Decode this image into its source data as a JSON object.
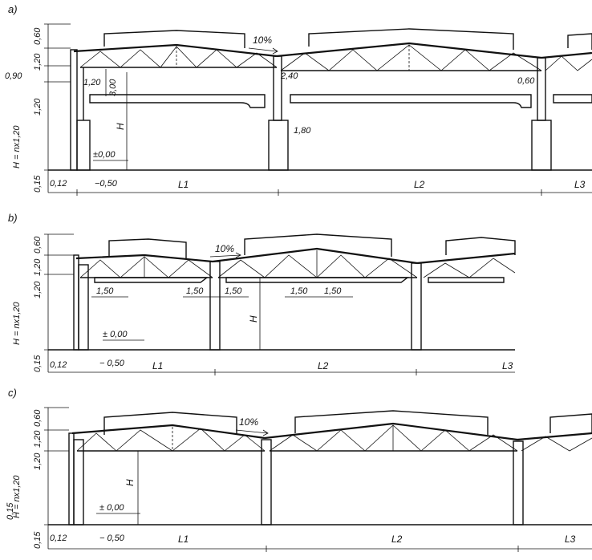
{
  "panels": [
    {
      "id": "a",
      "label": "a)",
      "slope": "10%",
      "left_dims": [
        "0,60",
        "1,20",
        "0,90",
        "1,20",
        "H = nx1,20",
        "0,15"
      ],
      "dims": [
        "1,20",
        "3,00",
        "2,40",
        "1,80",
        "0,60",
        "0,12",
        "−0,50",
        "±0,00",
        "H"
      ],
      "spans": [
        "L1",
        "L2",
        "L3"
      ]
    },
    {
      "id": "b",
      "label": "b)",
      "slope": "10%",
      "left_dims": [
        "0,60",
        "1,20",
        "1,20",
        "H = nx1,20",
        "0,15"
      ],
      "dims": [
        "1,50",
        "1,50",
        "1,50",
        "1,50",
        "1,50",
        "0,12",
        "− 0,50",
        "± 0,00",
        "H"
      ],
      "spans": [
        "L1",
        "L2",
        "L3"
      ]
    },
    {
      "id": "c",
      "label": "c)",
      "slope": "10%",
      "left_dims": [
        "0,60",
        "1,20",
        "1,20",
        "H = nx1,20",
        "0,15",
        "0,15"
      ],
      "dims": [
        "0,12",
        "− 0,50",
        "± 0,00",
        "H"
      ],
      "spans": [
        "L1",
        "L2",
        "L3"
      ]
    }
  ]
}
